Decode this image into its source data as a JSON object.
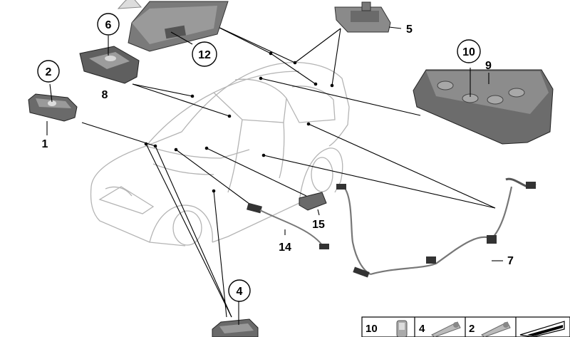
{
  "callouts": {
    "c1": "1",
    "c2": "2",
    "c4": "4",
    "c5": "5",
    "c6": "6",
    "c7": "7",
    "c8": "8",
    "c9": "9",
    "c10": "10",
    "c12": "12",
    "c14": "14",
    "c15": "15"
  },
  "legend": {
    "cells": [
      {
        "num": "10",
        "icon": "bulb-capsule-icon"
      },
      {
        "num": "4",
        "icon": "bulb-festoon-icon"
      },
      {
        "num": "2",
        "icon": "bulb-festoon-icon"
      },
      {
        "num": "",
        "icon": "scale-wedge-icon"
      }
    ]
  },
  "colors": {
    "line": "#000000",
    "car_outline": "#b4b4b4",
    "part_fill": "#6e6e6e"
  }
}
